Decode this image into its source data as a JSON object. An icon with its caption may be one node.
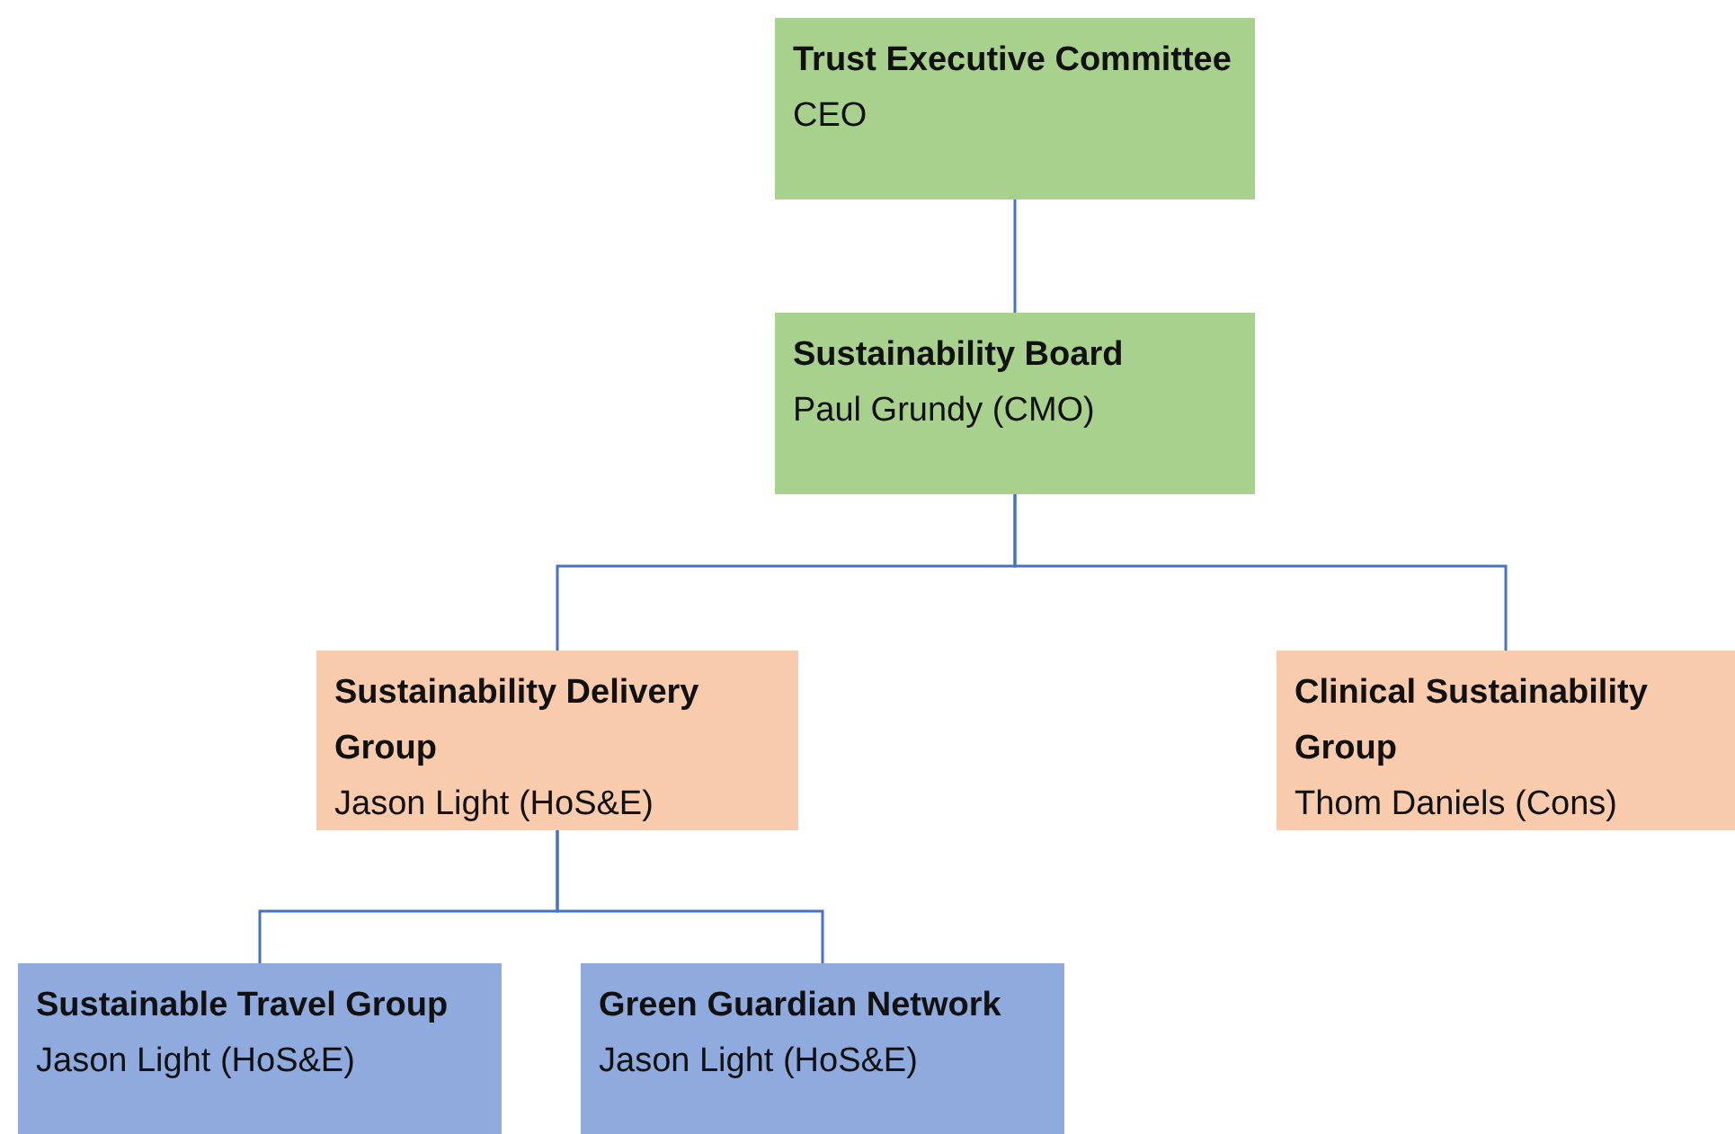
{
  "diagram": {
    "nodes": [
      {
        "text": [
          "Trust Executive Committee",
          "CEO"
        ]
      },
      {
        "text": [
          "Sustainability Board",
          "Paul Grundy (CMO)"
        ]
      },
      {
        "text": [
          "Sustainability Delivery Group",
          "Jason Light (HoS&E)"
        ]
      },
      {
        "text": [
          "Clinical Sustainability Group",
          "Thom Daniels (Cons)"
        ]
      },
      {
        "text": [
          "Sustainable Travel Group",
          "Jason Light (HoS&E)"
        ]
      },
      {
        "text": [
          "Green Guardian Network",
          "Jason Light (HoS&E)"
        ]
      }
    ],
    "edges": [
      {
        "from": 0,
        "to": 1,
        "arrow": "none"
      },
      {
        "from": 1,
        "to": 2,
        "arrow": "none"
      },
      {
        "from": 1,
        "to": 3,
        "arrow": "none"
      },
      {
        "from": 2,
        "to": 4,
        "arrow": "none"
      },
      {
        "from": 2,
        "to": 5,
        "arrow": "none"
      }
    ]
  }
}
